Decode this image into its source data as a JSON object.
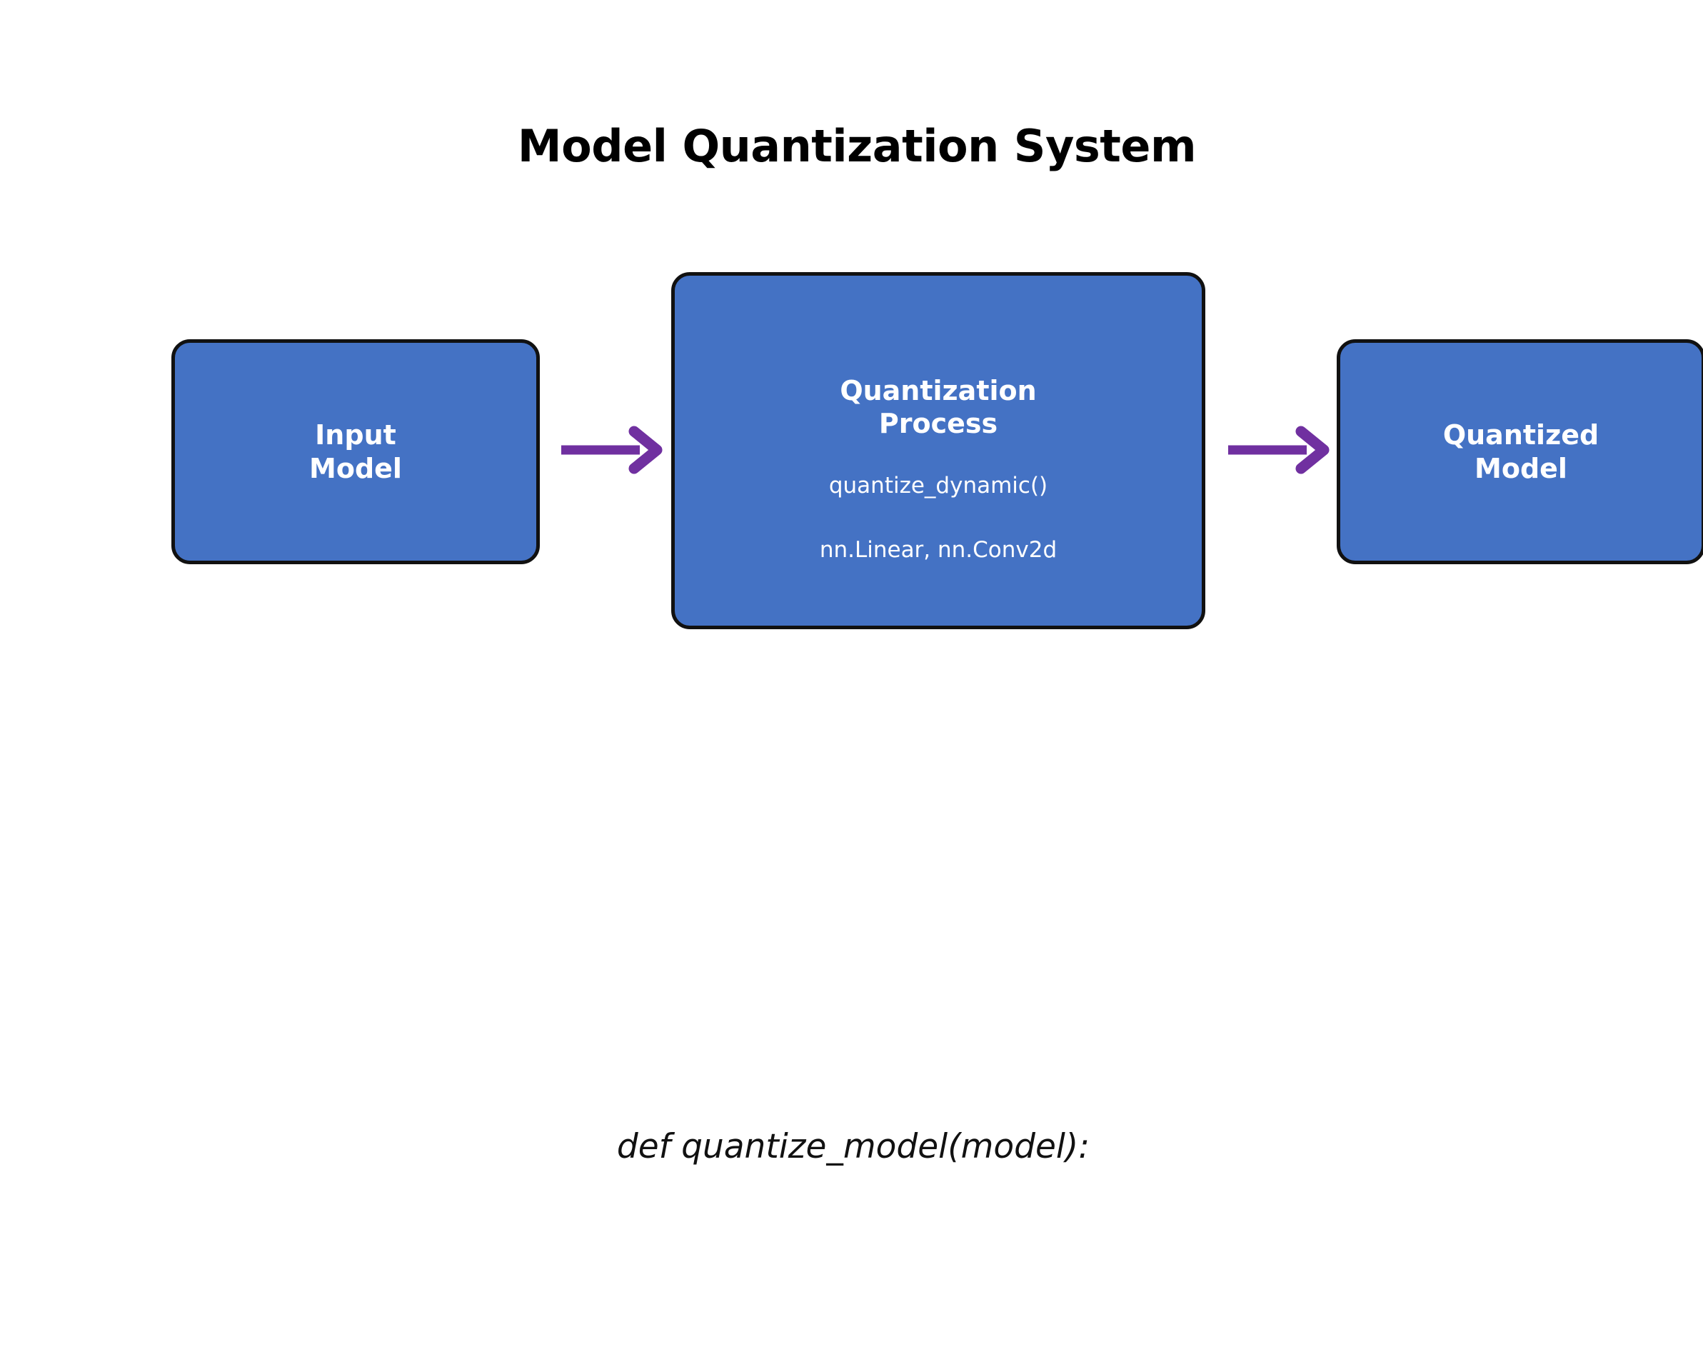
{
  "diagram": {
    "title": "Model Quantization System",
    "caption": "def quantize_model(model):",
    "background_color": "#ffffff",
    "node_fill_color": "#4472c4",
    "node_border_color": "#111111",
    "node_text_color": "#ffffff",
    "arrow_color": "#7030a0",
    "title_color": "#000000"
  },
  "nodes": [
    {
      "id": "input-model",
      "title": "Input\nModel",
      "line1": "Input",
      "line2": "Model"
    },
    {
      "id": "quantization-process",
      "title": "Quantization\nProcess",
      "line1": "Quantization",
      "line2": "Process",
      "sub1": "quantize_dynamic()",
      "sub2": "nn.Linear, nn.Conv2d"
    },
    {
      "id": "quantized-model",
      "title": "Quantized\nModel",
      "line1": "Quantized",
      "line2": "Model"
    }
  ],
  "arrows": [
    {
      "id": "input-to-process",
      "from": "input-model",
      "to": "quantization-process",
      "color": "#7030a0"
    },
    {
      "id": "process-to-output",
      "from": "quantization-process",
      "to": "quantized-model",
      "color": "#7030a0"
    }
  ]
}
